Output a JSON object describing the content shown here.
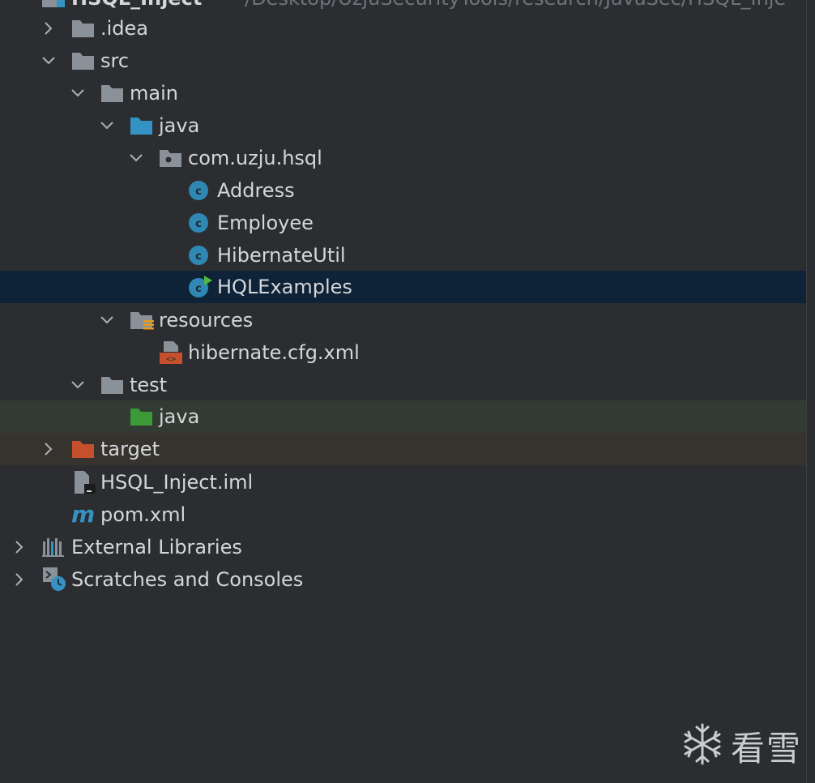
{
  "tree": {
    "root": {
      "label": "HSQL_Inject",
      "path_hint": "~/Desktop/UzjuSecurityTools/research/JavaSec/HSQL_Inje"
    },
    "items": [
      {
        "label": ".idea",
        "icon": "folder-icon"
      },
      {
        "label": "src",
        "icon": "folder-icon"
      },
      {
        "label": "main",
        "icon": "folder-icon"
      },
      {
        "label": "java",
        "icon": "source-folder-icon"
      },
      {
        "label": "com.uzju.hsql",
        "icon": "package-icon"
      },
      {
        "label": "Address",
        "icon": "java-class-icon"
      },
      {
        "label": "Employee",
        "icon": "java-class-icon"
      },
      {
        "label": "HibernateUtil",
        "icon": "java-class-icon"
      },
      {
        "label": "HQLExamples",
        "icon": "java-runnable-class-icon"
      },
      {
        "label": "resources",
        "icon": "resources-folder-icon"
      },
      {
        "label": "hibernate.cfg.xml",
        "icon": "xml-file-icon"
      },
      {
        "label": "test",
        "icon": "folder-icon"
      },
      {
        "label": "java",
        "icon": "test-source-folder-icon"
      },
      {
        "label": "target",
        "icon": "excluded-folder-icon"
      },
      {
        "label": "HSQL_Inject.iml",
        "icon": "iml-file-icon"
      },
      {
        "label": "pom.xml",
        "icon": "maven-icon"
      },
      {
        "label": "External Libraries",
        "icon": "libraries-icon"
      },
      {
        "label": "Scratches and Consoles",
        "icon": "scratches-icon"
      }
    ]
  },
  "watermark": {
    "text": "看雪",
    "icon": "snowflake-icon"
  },
  "colors": {
    "background": "#2b2d30",
    "selection": "#0e2337",
    "test_row": "#323b33",
    "excluded_row": "#36332e",
    "folder": "#8a9199",
    "source_folder": "#3592c4",
    "test_folder": "#3c9a38",
    "excluded_folder": "#c5502b",
    "class_icon": "#2f88b4",
    "text": "#d4d6da"
  }
}
